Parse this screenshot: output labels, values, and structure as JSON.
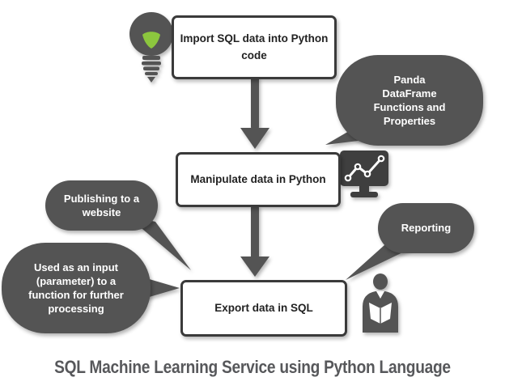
{
  "title": "SQL Machine Learning Service using Python Language",
  "flow": {
    "steps": [
      {
        "label": "Import SQL data into Python code"
      },
      {
        "label": "Manipulate data in Python"
      },
      {
        "label": "Export data in SQL"
      }
    ]
  },
  "callouts": {
    "panda": {
      "label": "Panda DataFrame Functions and Properties"
    },
    "publishing": {
      "label": "Publishing to a website"
    },
    "input_parameter": {
      "label": "Used as an input (parameter) to a function for further processing"
    },
    "reporting": {
      "label": "Reporting"
    }
  },
  "icons": {
    "lightbulb": "idea-lightbulb-icon",
    "monitor_chart": "monitor-line-chart-icon",
    "person_reading": "person-reading-icon"
  },
  "colors": {
    "dark_gray": "#545454",
    "box_border": "#3a3a3a",
    "bulb_green": "#8cc63e",
    "title_text": "#57585b",
    "bubble_text": "#ffffff",
    "background": "#ffffff"
  }
}
